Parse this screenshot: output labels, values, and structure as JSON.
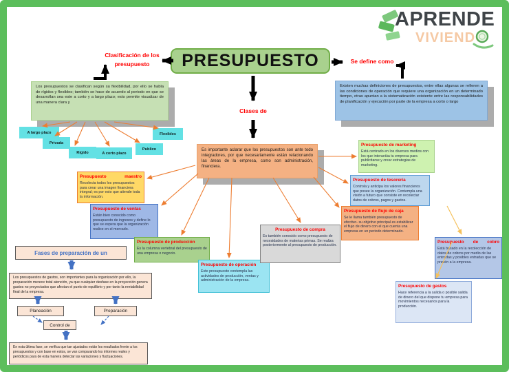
{
  "logo": {
    "title_top": "APRENDE",
    "title_bottom": "VIVIENDO"
  },
  "root": {
    "title": "PRESUPUESTO"
  },
  "labels": {
    "classification": "Clasificación de los presupuesto",
    "defined_as": "Se define como",
    "classes_of": "Clases de"
  },
  "classification": {
    "summary": "Los presupuestos se clasifican según su flexibilidad, por ello se habla de rígidos y flexibles; también se hace de acuerdo al periodo en que se desarrollan sea este a corto y a largo plazo; esto permite visualizar de una manera clara y",
    "leaves": [
      "A largo plazo",
      "Privada",
      "Rígido",
      "A corto plazo",
      "Publico",
      "Flexibles"
    ]
  },
  "definition": "Existen muchas definiciones de presupuestos, entre ellas algunas se refieren a las condiciones de operación que requiere una organización en un determinado tiempo, otras apuntan a la sistematización existente entre las responsabilidades de planificación y ejecución por parte de la empresa a corto o largo",
  "central_note": "Es importante aclarar que los presupuestos son ante todo integradores, por que necesariamente están relacionando las áreas de la empresa, como son administración, financiera.",
  "types": [
    {
      "title": "Presupuesto maestro",
      "body": "Recolecta todos los presupuestos para crear una imagen financiera integral; es por esto que atiende toda la información."
    },
    {
      "title": "Presupuesto de ventas",
      "body": "Están bien conocido como presupuesto de ingresos y define lo que se espera que la organización realice en el mercado."
    },
    {
      "title": "Presupuesto de producción",
      "body": "Es la columna vertebral del presupuesto de una empresa o negocio."
    },
    {
      "title": "Presupuesto de operación",
      "body": "Este presupuesto contempla las actividades de producción, ventas y administración de la empresa."
    },
    {
      "title": "Presupuesto de compra",
      "body": "Es también conocido como presupuesto de necesidades de materias primas. Se realiza posteriormente al presupuesto de producción."
    },
    {
      "title": "Presupuesto de marketing",
      "body": "Está centrado en los diversos medios con los que interactúa tu empresa para publicitarse y crear estrategias de marketing."
    },
    {
      "title": "Presupuesto de tesorería",
      "body": "Controla y anticipa los valores financieros que posee la organización. Contempla una visión a futuro que consiste en recolectar datos de cobros, pagos y gastos."
    },
    {
      "title": "Presupuesto de flujo de caja",
      "body": "Se le llama también presupuesto de efectivo- su objetivo principal es estabilizar el flujo de dinero con el que cuenta una empresa en un periodo determinado."
    },
    {
      "title": "Presupuesto de cobro",
      "body": "Está basado en la recolección de datos de cobros por medio de las entradas y posibles entradas que se prevén a la empresa."
    },
    {
      "title": "Presupuesto de gastos",
      "body": "Hace referencia a la salida o posible salida de dinero del que dispone tu empresa para movimientos necesarios para la producción."
    }
  ],
  "phases": {
    "title": "Fases de preparación de un",
    "intro": "Los presupuestos de gastos, son importantes para la organización por ello, la preparación merece total atención, ya que cualquier desfase en la proyección genera gastos no proyectados que afectan el punto de equilibrio y por tanto la rentabilidad final de la empresa.",
    "steps": [
      "Planeación",
      "Preparación",
      "Control de"
    ],
    "conclusion": "En esta última fase, se verifica que tan ajustados están los resultados frente a los presupuestos y con base en estos, se van comparando los informes reales y periódicos para de esta manera detectar las variaciones y fluctuaciones."
  },
  "colors": {
    "frame_green": "#5CBE5C",
    "node_green": "#A9D18E",
    "light_green": "#C6E0B4",
    "definition_blue": "#9DC3E6",
    "central_peach": "#F4B183",
    "leaf_cyan": "#63E1E4",
    "maestro_yellow": "#FFD966",
    "label_red": "#FF0000",
    "arrow_orange": "#ED7D31",
    "arrow_yellow": "#F5C15C",
    "arrow_blue": "#4472C4",
    "phase_peach": "#FBE5D6"
  }
}
